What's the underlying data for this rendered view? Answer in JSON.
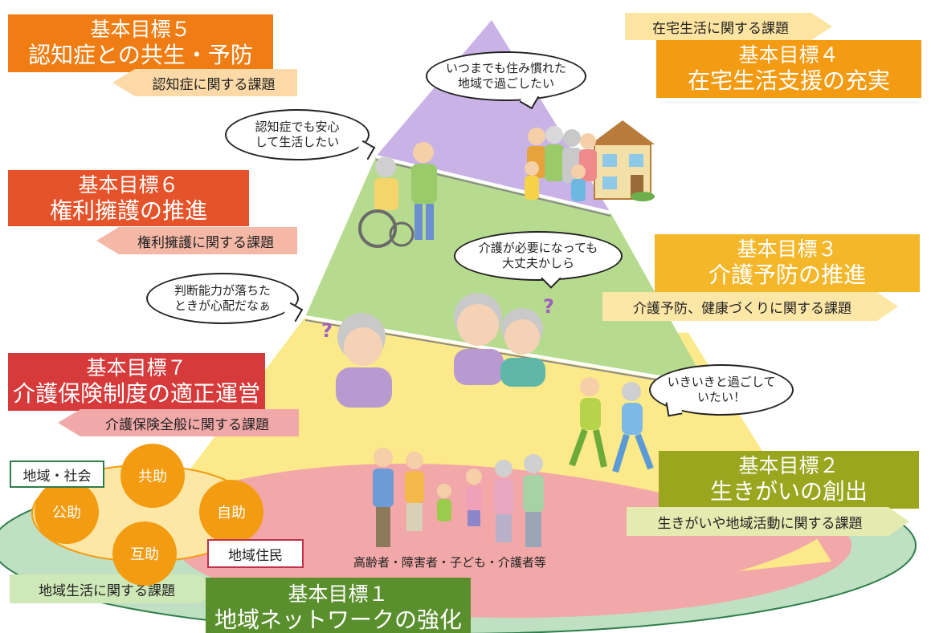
{
  "goals": {
    "g1": {
      "line1": "基本目標１",
      "line2": "地域ネットワークの強化",
      "issue": "地域生活に関する課題",
      "color": "#5a8f2e",
      "issue_color": "#cfe8b8"
    },
    "g2": {
      "line1": "基本目標２",
      "line2": "生きがいの創出",
      "issue": "生きがいや地域活動に関する課題",
      "color": "#9aa61e",
      "issue_color": "#e5eab0"
    },
    "g3": {
      "line1": "基本目標３",
      "line2": "介護予防の推進",
      "issue": "介護予防、健康づくりに関する課題",
      "color": "#f5b72a",
      "issue_color": "#fde7a6"
    },
    "g4": {
      "line1": "基本目標４",
      "line2": "在宅生活支援の充実",
      "issue": "在宅生活に関する課題",
      "color": "#f39b12",
      "issue_color": "#fde4a0"
    },
    "g5": {
      "line1": "基本目標５",
      "line2": "認知症との共生・予防",
      "issue": "認知症に関する課題",
      "color": "#ef7d14",
      "issue_color": "#fcd9a6"
    },
    "g6": {
      "line1": "基本目標６",
      "line2": "権利擁護の推進",
      "issue": "権利擁護に関する課題",
      "color": "#e5532a",
      "issue_color": "#f5b8a6"
    },
    "g7": {
      "line1": "基本目標７",
      "line2": "介護保険制度の適正運営",
      "issue": "介護保険全般に関する課題",
      "color": "#d63a3a",
      "issue_color": "#f1a8a8"
    }
  },
  "bubbles": {
    "home": "いつまでも住み慣れた\n地域で過ごしたい",
    "dementia": "認知症でも安心\nして生活したい",
    "care": "介護が必要になっても\n大丈夫かしら",
    "judgment": "判断能力が落ちた\nときが心配だなぁ",
    "lively": "いきいきと過ごして\nいたい！"
  },
  "support": {
    "kyojo": "共助",
    "kojo": "公助",
    "jijo": "自助",
    "gojo": "互助",
    "community": "地域・社会",
    "residents": "地域住民"
  },
  "caption": "高齢者・障害者・子ども・介護者等",
  "icons": {
    "question_mark": "?"
  }
}
